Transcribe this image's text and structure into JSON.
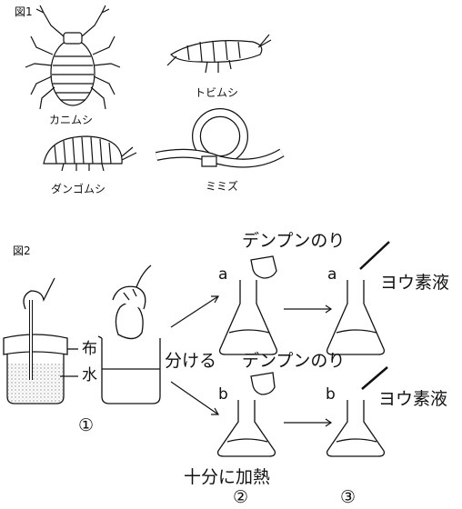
{
  "figure1": {
    "title": "図1",
    "organisms": [
      "カニムシ",
      "トビムシ",
      "ダンゴムシ",
      "ミミズ"
    ]
  },
  "figure2": {
    "title": "図2",
    "labels": {
      "cloth": "布",
      "water": "水",
      "split": "分ける",
      "starch_top": "デンプンのり",
      "starch_mid": "デンプンのり",
      "iodine_top": "ヨウ素液",
      "iodine_bottom": "ヨウ素液",
      "flask_a1": "a",
      "flask_a2": "a",
      "flask_b1": "b",
      "flask_b2": "b",
      "heat": "十分に加熱",
      "step1": "①",
      "step2": "②",
      "step3": "③"
    }
  }
}
